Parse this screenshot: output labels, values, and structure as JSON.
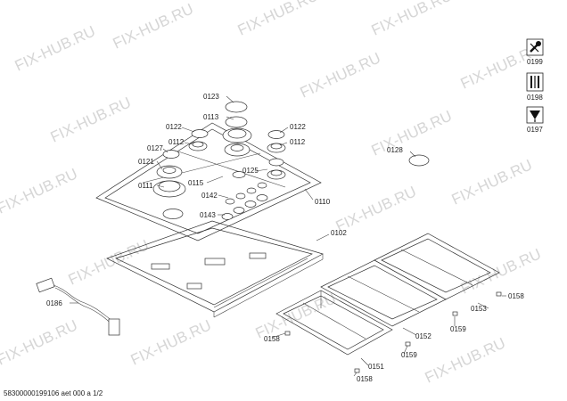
{
  "watermark": "FIX-HUB.RU",
  "footer": "58300000199106 aet 000 a 1/2",
  "labels": {
    "p0123": "0123",
    "p0113": "0113",
    "p0122a": "0122",
    "p0122b": "0122",
    "p0112a": "0112",
    "p0112b": "0112",
    "p0127": "0127",
    "p0121": "0121",
    "p0125": "0125",
    "p0115": "0115",
    "p0111": "0111",
    "p0142": "0142",
    "p0143": "0143",
    "p0110": "0110",
    "p0128": "0128",
    "p0102": "0102",
    "p0186": "0186",
    "p0158a": "0158",
    "p0158b": "0158",
    "p0158c": "0158",
    "p0153": "0153",
    "p0159a": "0159",
    "p0159b": "0159",
    "p0152": "0152",
    "p0151": "0151"
  },
  "side_icons": [
    {
      "code": "0199",
      "icon": "wrench-screwdriver-icon"
    },
    {
      "code": "0198",
      "icon": "tools-icon"
    },
    {
      "code": "0197",
      "icon": "grease-icon"
    }
  ]
}
